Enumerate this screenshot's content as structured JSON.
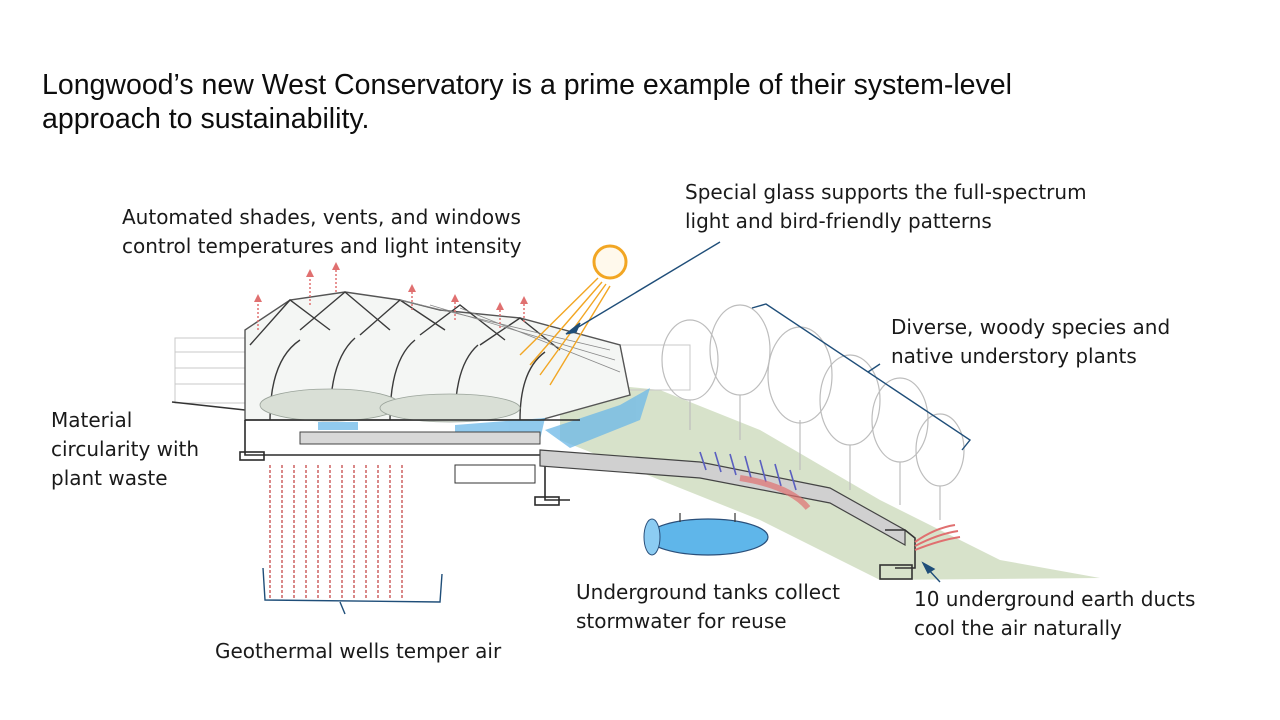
{
  "slide": {
    "title_line1": "Longwood’s new West Conservatory is a prime example of their system-level",
    "title_line2": "approach to sustainability."
  },
  "callouts": {
    "automated_shades": {
      "line1": "Automated shades, vents, and windows",
      "line2": "control temperatures and light intensity"
    },
    "special_glass": {
      "line1": "Special glass supports the full-spectrum",
      "line2": "light and bird-friendly patterns"
    },
    "diverse_species": {
      "line1": "Diverse, woody species and",
      "line2": "native understory plants"
    },
    "material_circularity": {
      "line1": "Material",
      "line2": "circularity with",
      "line3": "plant waste"
    },
    "underground_tanks": {
      "line1": "Underground tanks collect",
      "line2": "stormwater for reuse"
    },
    "earth_ducts": {
      "line1": "10 underground earth ducts",
      "line2": "cool the air naturally"
    },
    "geothermal": {
      "line1": "Geothermal wells temper air"
    }
  },
  "colors": {
    "leader": "#1f4e79",
    "sun": "#f2a623",
    "warm_air": "#e07070",
    "cool_air": "#5a5fc0",
    "water": "#6cb8e8",
    "ground_green": "#c9d8b8",
    "structure": "#333333"
  }
}
